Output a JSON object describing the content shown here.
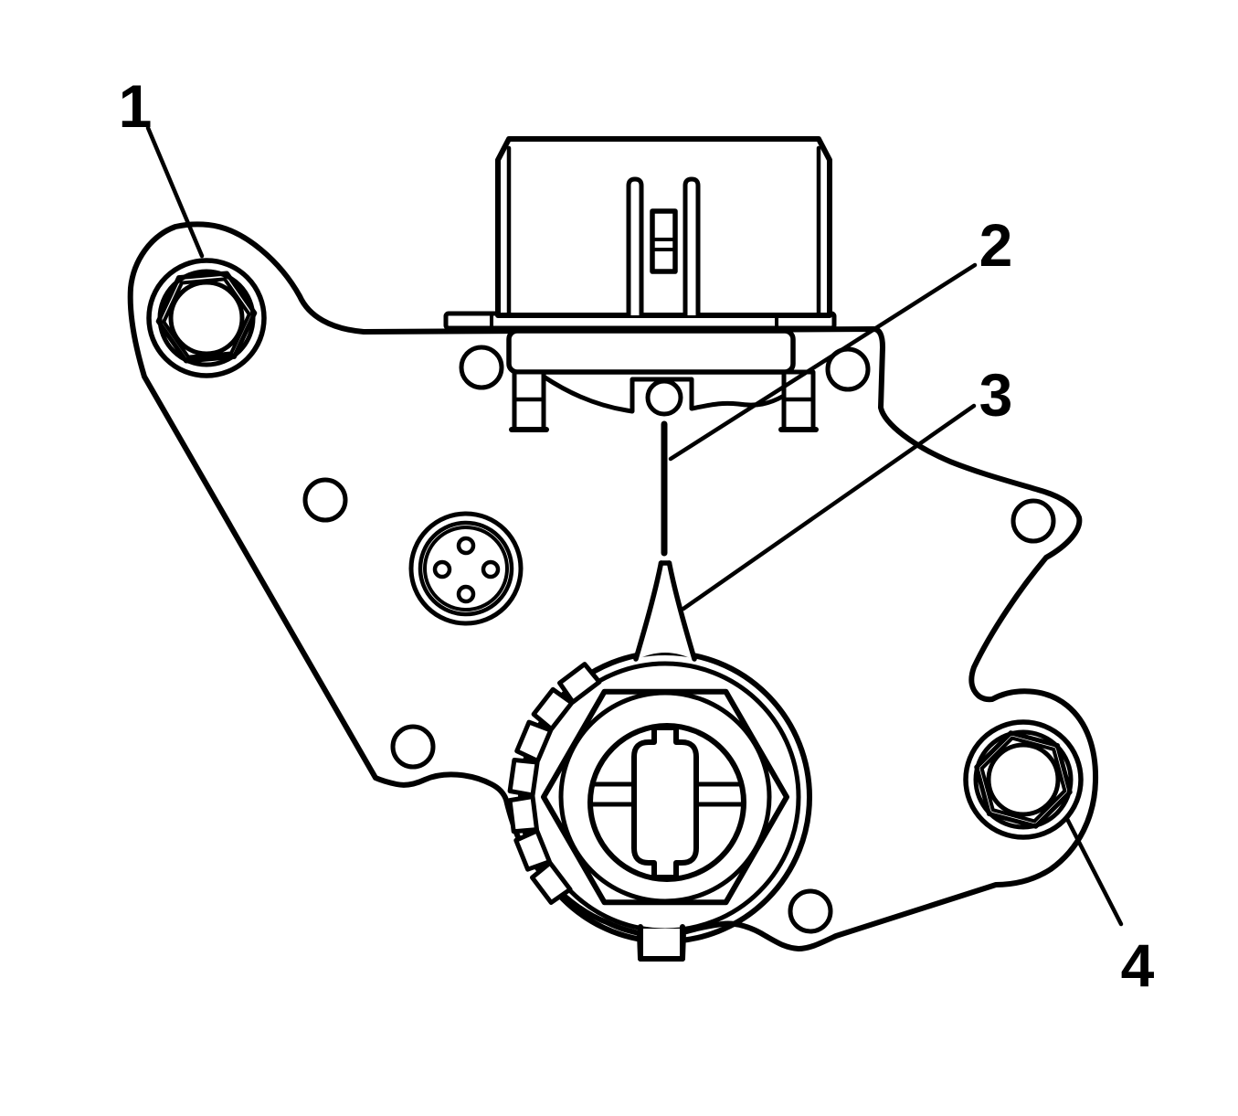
{
  "figure": {
    "kind": "technical-line-diagram",
    "background_color": "#ffffff",
    "line_color": "#000000"
  },
  "callouts": [
    {
      "label": "1",
      "target": "upper-left-mounting-bolt"
    },
    {
      "label": "2",
      "target": "alignment-mark-line"
    },
    {
      "label": "3",
      "target": "switch-rotor-pointer"
    },
    {
      "label": "4",
      "target": "lower-right-mounting-bolt"
    }
  ]
}
